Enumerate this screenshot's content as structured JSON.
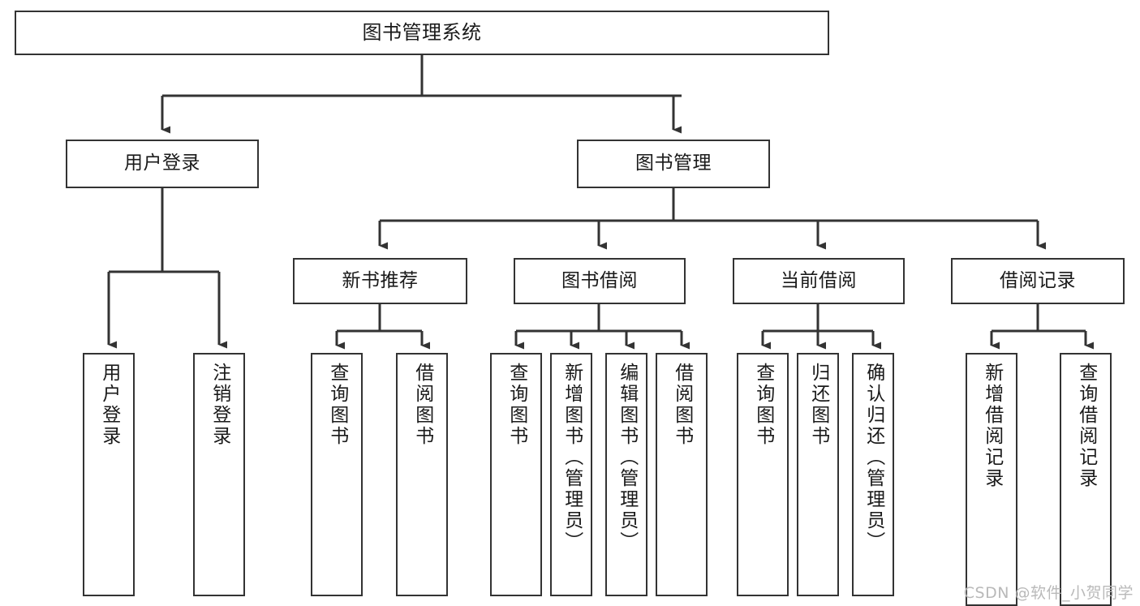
{
  "diagram": {
    "title": "图书管理系统",
    "type": "tree-hierarchy",
    "root": {
      "label": "图书管理系统"
    },
    "level2": [
      {
        "label": "用户登录"
      },
      {
        "label": "图书管理"
      }
    ],
    "level3": [
      {
        "label": "新书推荐"
      },
      {
        "label": "图书借阅"
      },
      {
        "label": "当前借阅"
      },
      {
        "label": "借阅记录"
      }
    ],
    "leaves": {
      "user_login": [
        {
          "label": "用户登录"
        },
        {
          "label": "注销登录"
        }
      ],
      "new_book_recommend": [
        {
          "label": "查询图书"
        },
        {
          "label": "借阅图书"
        }
      ],
      "book_borrow": [
        {
          "label": "查询图书"
        },
        {
          "label": "新增图书（管理员）"
        },
        {
          "label": "编辑图书（管理员）"
        },
        {
          "label": "借阅图书"
        }
      ],
      "current_borrow": [
        {
          "label": "查询图书"
        },
        {
          "label": "归还图书"
        },
        {
          "label": "确认归还（管理员）"
        }
      ],
      "borrow_record": [
        {
          "label": "新增借阅记录"
        },
        {
          "label": "查询借阅记录"
        }
      ]
    }
  },
  "watermark": {
    "text": "CSDN @软件_小贺同学"
  },
  "colors": {
    "border": "#333333",
    "background": "#ffffff",
    "text": "#1a1a1a",
    "edge": "#333333",
    "watermark": "#b9b9b9"
  }
}
